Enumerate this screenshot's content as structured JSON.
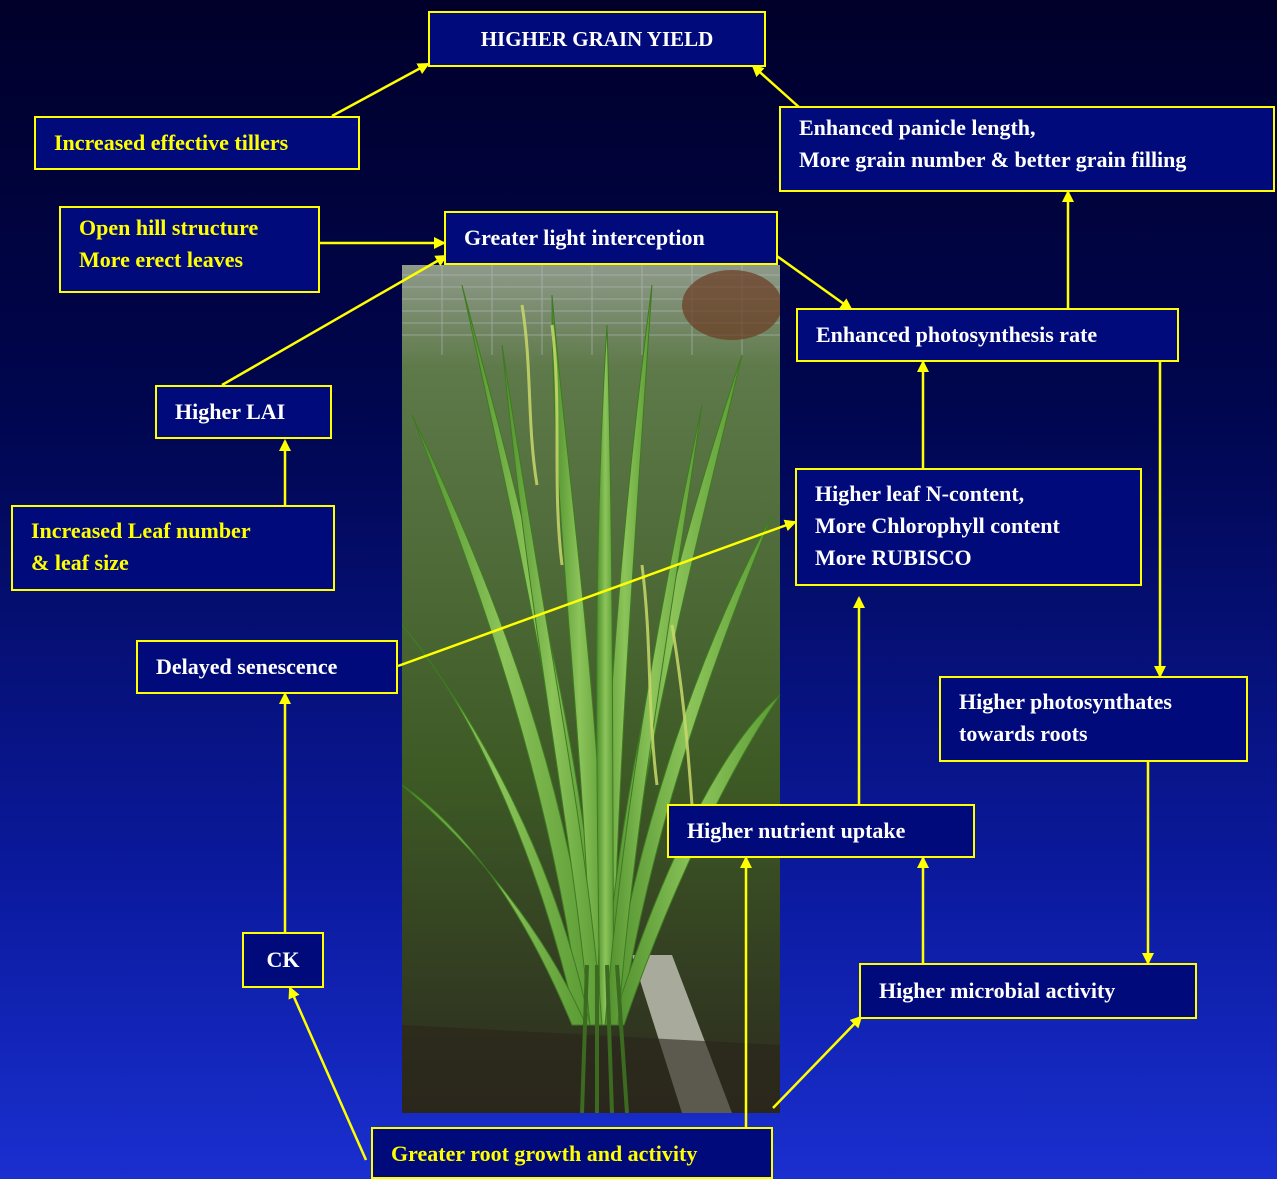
{
  "colors": {
    "background_top": "#00002a",
    "background_bottom": "#1a2fd0",
    "box_border": "#ffff00",
    "box_fill": "#000a7a",
    "arrow": "#ffff00",
    "text_white": "#ffffff",
    "text_yellow": "#ffff00"
  },
  "boxes": {
    "higher_grain_yield": "HIGHER GRAIN YIELD",
    "increased_effective_tillers": "Increased effective tillers",
    "enhanced_panicle": [
      "Enhanced panicle length,",
      "More grain number  & better grain filling"
    ],
    "open_hill": [
      "Open hill structure",
      "More erect leaves"
    ],
    "greater_light": "Greater light  interception",
    "enhanced_photosynthesis": "Enhanced photosynthesis  rate",
    "higher_lai": "Higher LAI",
    "higher_leaf_n": [
      "Higher leaf N-content,",
      "More Chlorophyll  content",
      "More RUBISCO"
    ],
    "increased_leaf_number": [
      "Increased Leaf number",
      "&  leaf size"
    ],
    "delayed_senescence": "Delayed senescence",
    "higher_photosynthates": [
      "Higher photosynthates",
      "towards roots"
    ],
    "higher_nutrient_uptake": "Higher nutrient  uptake",
    "ck": "CK",
    "higher_microbial_activity": "Higher  microbial  activity",
    "greater_root_growth": "Greater root growth and activity"
  },
  "photo": {
    "subject": "rice plant in field"
  }
}
